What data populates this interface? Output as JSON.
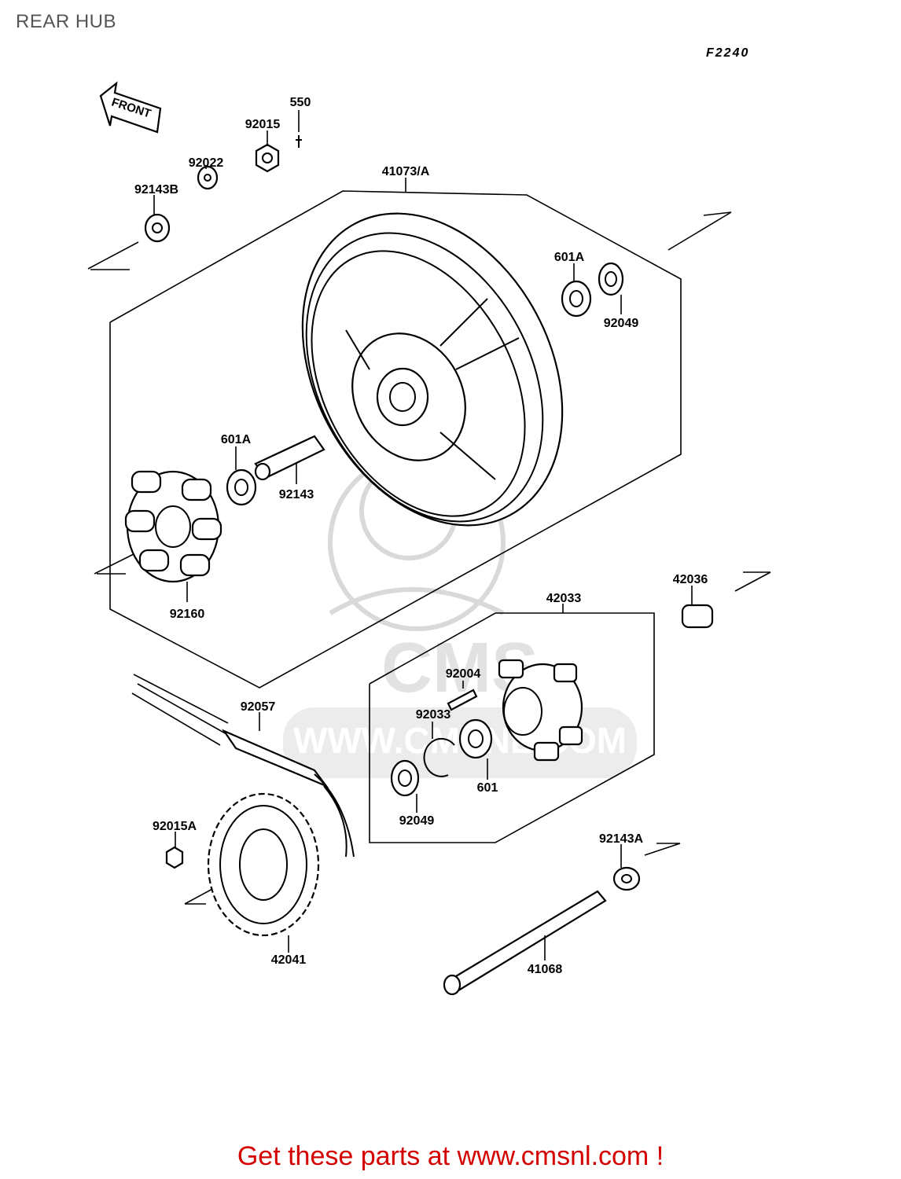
{
  "title": "REAR HUB",
  "figure_code": "F2240",
  "front_label": "FRONT",
  "parts": {
    "p550": "550",
    "p92015": "92015",
    "p92022": "92022",
    "p92143B": "92143B",
    "p41073A": "41073/A",
    "p601A_top": "601A",
    "p92049_top": "92049",
    "p601A_mid": "601A",
    "p92143": "92143",
    "p92160": "92160",
    "p42036": "42036",
    "p42033": "42033",
    "p92004": "92004",
    "p92033": "92033",
    "p601": "601",
    "p92049_bot": "92049",
    "p92057": "92057",
    "p92015A": "92015A",
    "p42041": "42041",
    "p92143A": "92143A",
    "p41068": "41068"
  },
  "watermark": {
    "brand": "CMS",
    "url": "WWW.CMSNL.COM"
  },
  "footer_text": "Get these parts at www.cmsnl.com !",
  "colors": {
    "footer": "#d40000",
    "title": "#555555",
    "watermark": "#d9d9d9"
  }
}
